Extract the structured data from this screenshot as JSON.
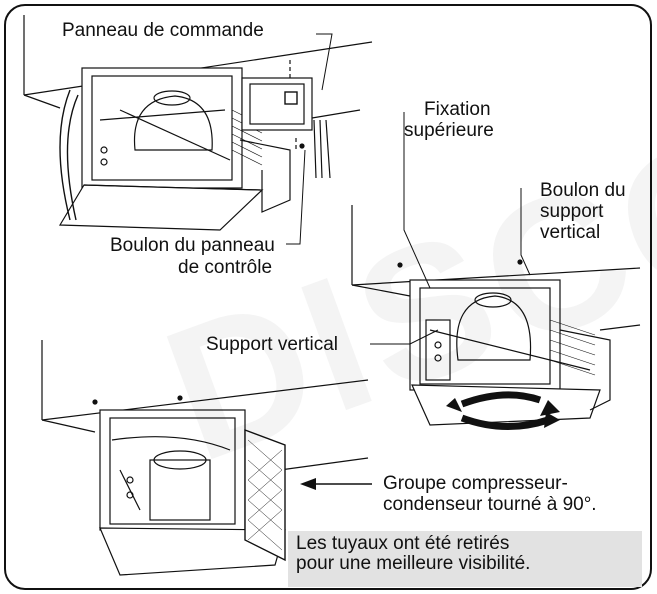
{
  "labels": {
    "panneau_commande": "Panneau de commande",
    "fixation_line1": "Fixation",
    "fixation_line2": "supérieure",
    "boulon_support_line1": "Boulon du",
    "boulon_support_line2": "support",
    "boulon_support_line3": "vertical",
    "boulon_panneau_line1": "Boulon du panneau",
    "boulon_panneau_line2": "de contrôle",
    "support_vertical": "Support vertical",
    "groupe_line1": "Groupe compresseur-",
    "groupe_line2": "condenseur tourné à 90°.",
    "note_line1": "Les tuyaux ont été retirés",
    "note_line2": "pour une meilleure visibilité."
  },
  "watermark": "DISCON",
  "colors": {
    "line": "#111111",
    "note_bg": "#e2e2e2",
    "frame": "#222222"
  }
}
